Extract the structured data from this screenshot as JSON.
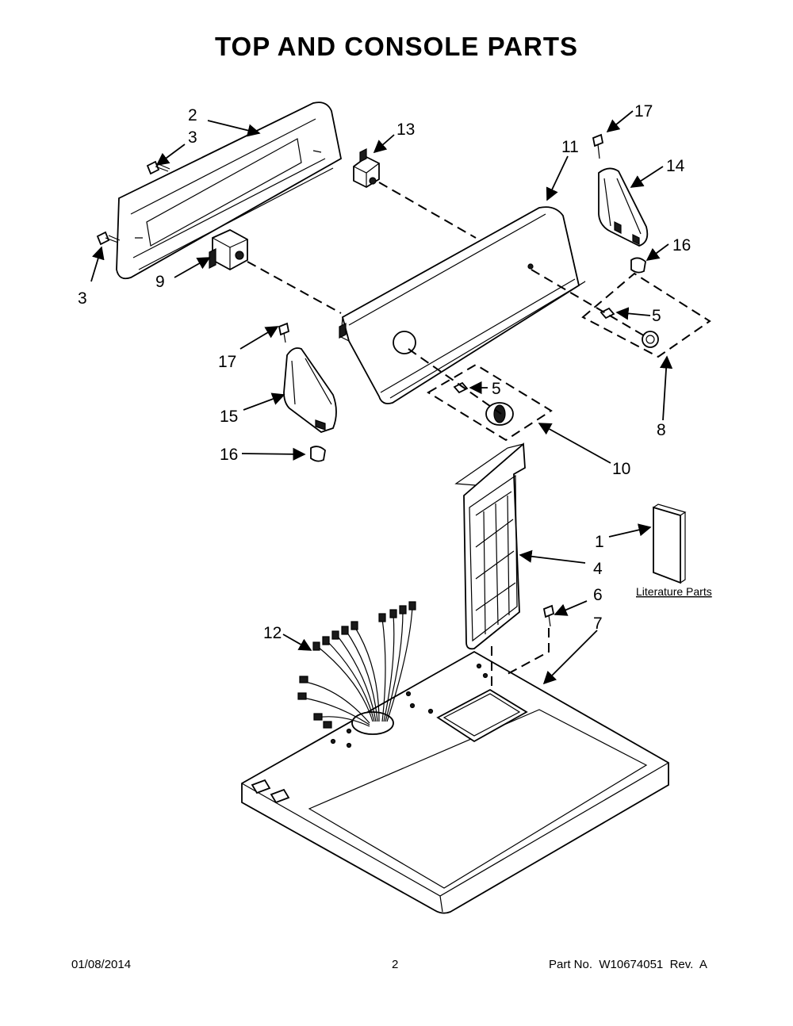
{
  "title": "TOP AND CONSOLE PARTS",
  "callouts": {
    "c1": "1",
    "c2": "2",
    "c3a": "3",
    "c3b": "3",
    "c4": "4",
    "c5a": "5",
    "c5b": "5",
    "c6": "6",
    "c7": "7",
    "c8": "8",
    "c9": "9",
    "c10": "10",
    "c11": "11",
    "c12": "12",
    "c13": "13",
    "c14": "14",
    "c15": "15",
    "c16a": "16",
    "c16b": "16",
    "c17a": "17",
    "c17b": "17"
  },
  "literature_label": "Literature Parts",
  "footer": {
    "date": "01/08/2014",
    "page": "2",
    "part_number": "Part No.  W10674051  Rev.  A"
  }
}
